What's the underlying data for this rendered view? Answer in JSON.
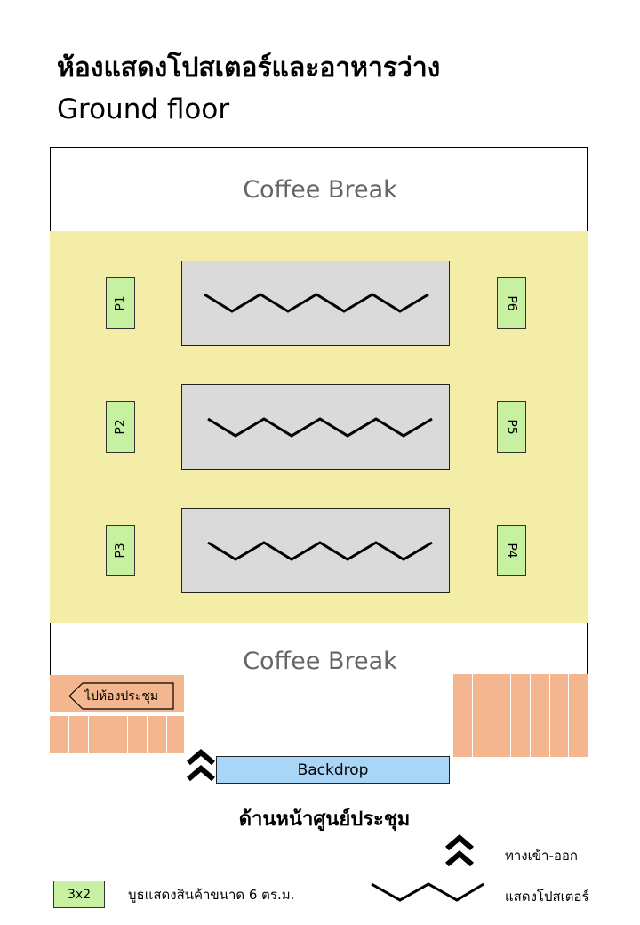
{
  "title": {
    "thai": "ห้องแสดงโปสเตอร์และอาหารว่าง",
    "english": "Ground floor"
  },
  "coffee_break_top": "Coffee Break",
  "coffee_break_bottom": "Coffee Break",
  "booths": {
    "p1": "P1",
    "p2": "P2",
    "p3": "P3",
    "p4": "P4",
    "p5": "P5",
    "p6": "P6"
  },
  "to_meeting_room": "ไปห้องประชุม",
  "backdrop": "Backdrop",
  "front_of_center": "ด้านหน้าศูนย์ประชุม",
  "legend": {
    "booth_box": "3x2",
    "booth_desc": "บูธแสดงสินค้าขนาด 6 ตร.ม.",
    "entrance_desc": "ทางเข้า-ออก",
    "poster_desc": "แสดงโปสเตอร์"
  },
  "colors": {
    "poster_area": "#f3eda7",
    "booth": "#c7f0a0",
    "poster_board": "#dadada",
    "seating": "#f4b68e",
    "backdrop": "#a9d6f7"
  },
  "icons": [
    "entrance-icon",
    "poster-zigzag-icon",
    "arrow-left-sign-icon"
  ]
}
